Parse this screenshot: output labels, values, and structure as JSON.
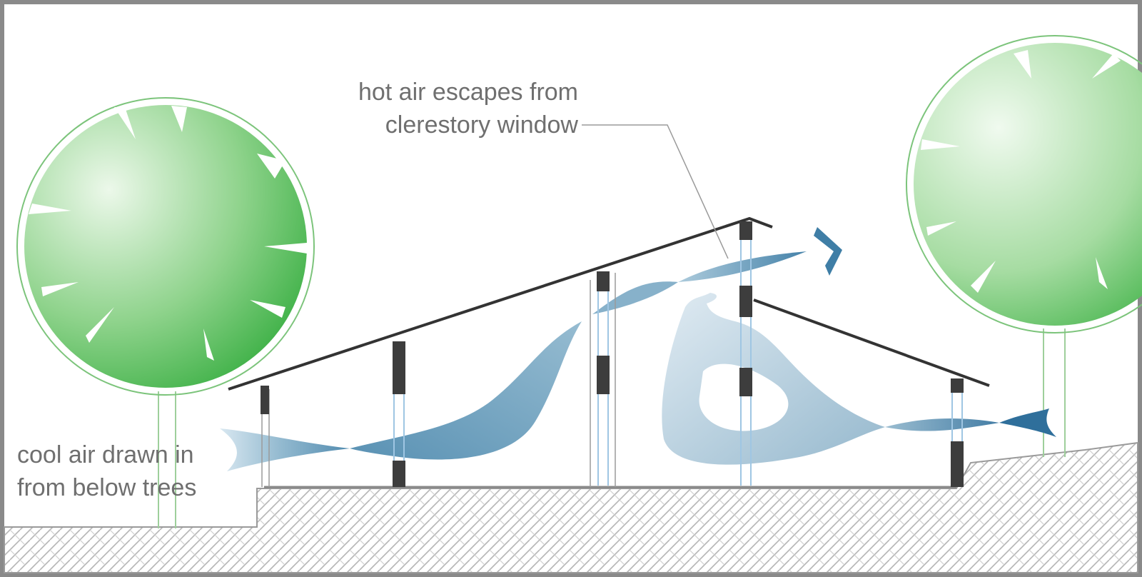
{
  "annotations": {
    "hot_air_line1": "hot air escapes from",
    "hot_air_line2": "clerestory window",
    "cool_air_line1": "cool air drawn in",
    "cool_air_line2": "from below trees"
  },
  "colors": {
    "frame": "#8a8a8a",
    "tree_dark": "#3cb043",
    "tree_light": "#e8f7e6",
    "airflow_dark": "#3d7ea6",
    "airflow_light": "#c9dde9",
    "roof": "#333333",
    "ground_hatch": "#b8b8b8"
  }
}
